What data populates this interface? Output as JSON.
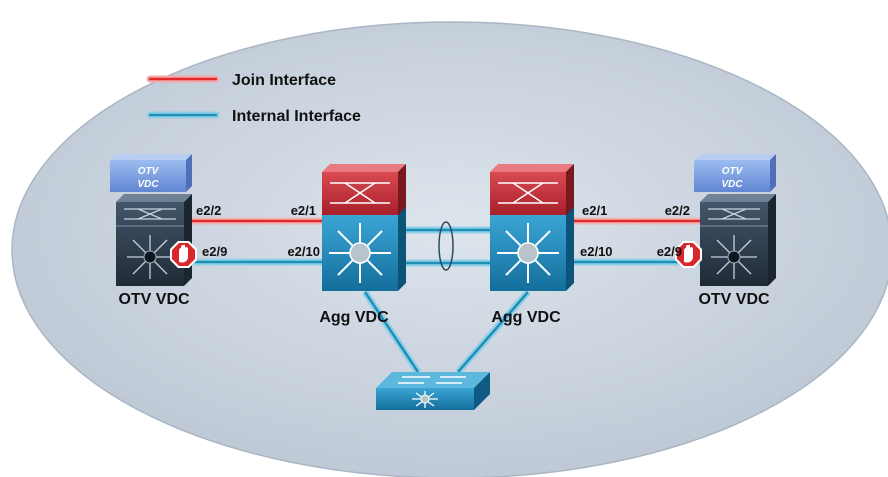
{
  "legend": {
    "join_label": "Join Interface",
    "internal_label": "Internal Interface",
    "join_color": "#e33b3b",
    "internal_color": "#4aa3c6"
  },
  "left_otv": {
    "name": "OTV VDC",
    "tag_line1": "OTV",
    "tag_line2": "VDC",
    "join_port": "e2/2",
    "internal_port": "e2/9"
  },
  "left_agg": {
    "name": "Agg VDC",
    "join_port": "e2/1",
    "internal_port": "e2/10"
  },
  "right_agg": {
    "name": "Agg VDC",
    "join_port": "e2/1",
    "internal_port": "e2/10"
  },
  "right_otv": {
    "name": "OTV VDC",
    "tag_line1": "OTV",
    "tag_line2": "VDC",
    "join_port": "e2/2",
    "internal_port": "e2/9"
  },
  "colors": {
    "ellipse": "#c9d3df",
    "agg_red": "#c4303b",
    "agg_blue": "#1f8fc2",
    "otv_dark": "#2f3d4c",
    "otv_tag": "#7aa0e0",
    "stop_red": "#d9262b"
  },
  "icons": [
    "crossbar-icon",
    "nexus-star-icon",
    "stop-hand-icon",
    "layer2-switch-icon"
  ]
}
